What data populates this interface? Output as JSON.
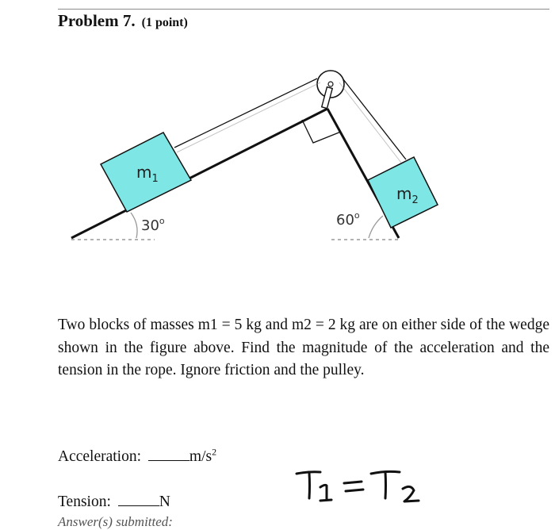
{
  "header": {
    "title": "Problem 7.",
    "points": "(1 point)"
  },
  "figure": {
    "mass1_label": "m",
    "mass1_sub": "1",
    "mass2_label": "m",
    "mass2_sub": "2",
    "angle_left": "30",
    "angle_right": "60",
    "degree_symbol": "o",
    "block_color": "#7fe6e6"
  },
  "problem": {
    "text": "Two blocks of masses m1 = 5 kg and m2 = 2 kg are on either side of the wedge shown in the figure above. Find the magnitude of the acceleration and the tension in the rope. Ignore friction and the pulley."
  },
  "answers": {
    "acceleration_label": "Acceleration:",
    "acceleration_unit": "m/s",
    "acceleration_unit_exp": "2",
    "tension_label": "Tension:",
    "tension_unit": "N"
  },
  "footer": {
    "text": "Answer(s) submitted:"
  },
  "handwritten_note": "T1=T2"
}
